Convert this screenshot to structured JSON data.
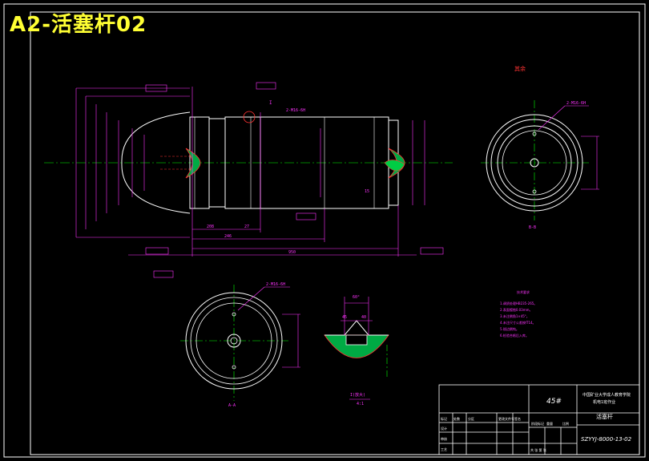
{
  "title": "A2-活塞杆02",
  "labels": {
    "detail_mark": "I",
    "detail_view": "I(放大)",
    "detail_scale": "4:1",
    "right_section": "B-B",
    "left_section": "A-A",
    "top_right": "其余",
    "tech_title": "技术要求"
  },
  "dimensions": {
    "overall_length": "950",
    "length_a": "246",
    "length_b": "208",
    "length_c": "27",
    "length_d": "15",
    "thread_callout": "2-M16-6H",
    "thread_callout_2": "2-M16-6H",
    "groove_angle": "60°",
    "groove_depth": "45",
    "groove_width": "40"
  },
  "tech_notes": [
    "1.调质处理HB235-265。",
    "2.表面镀铬0.03mm。",
    "3.未注倒角1×45°。",
    "4.未注尺寸公差按IT14。",
    "5.锐边倒钝。",
    "6.检验合格后入库。"
  ],
  "title_block": {
    "material": "45#",
    "company": "中国矿业大学成人教育学院",
    "company_line2": "机电1班作业",
    "part_name": "活塞杆",
    "drawing_no": "SZYYJ-8000-13-02",
    "row_labels": [
      "标记",
      "设计",
      "审核",
      "工艺"
    ],
    "row_labels_2": [
      "处数",
      "分区",
      "更改文件号",
      "签名"
    ],
    "stage_label": "阶段标记",
    "weight_label": "重量",
    "scale_label": "比例",
    "sheet_label": "共 张 第 张"
  }
}
